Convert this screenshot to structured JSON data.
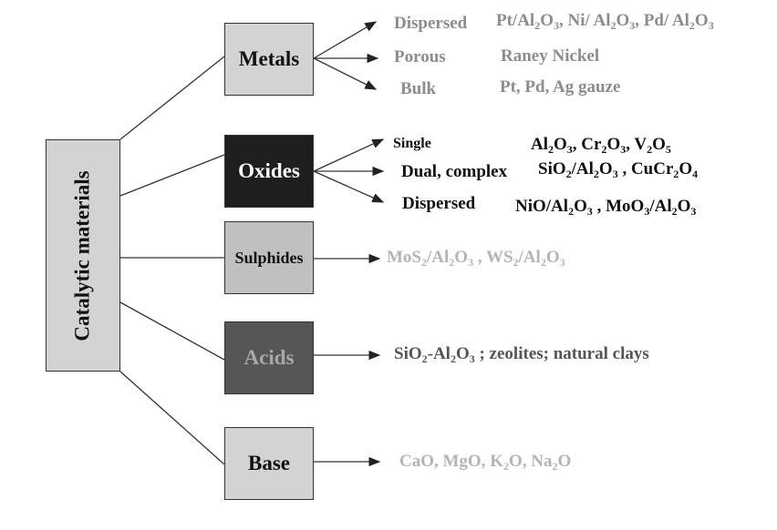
{
  "root": {
    "label": "Catalytic materials",
    "color": "#d3d3d3"
  },
  "categories": [
    {
      "id": "metals",
      "label": "Metals",
      "fill": "#d3d3d3",
      "text_color": "#111111",
      "branches": [
        {
          "label": "Dispersed",
          "examples": [
            "Pt/Al",
            "2",
            "O",
            "3",
            ", Ni/ Al",
            "2",
            "O",
            "3",
            ", Pd/ Al",
            "2",
            "O",
            "3"
          ]
        },
        {
          "label": "Porous",
          "examples": [
            "Raney Nickel"
          ]
        },
        {
          "label": "Bulk",
          "examples": [
            "Pt, Pd, Ag gauze"
          ]
        }
      ]
    },
    {
      "id": "oxides",
      "label": "Oxides",
      "fill": "#1e1e1e",
      "text_color": "#ffffff",
      "branches": [
        {
          "label": "Single",
          "examples": [
            "Al",
            "2",
            "O",
            "3",
            ", Cr",
            "2",
            "O",
            "3",
            ", V",
            "2",
            "O",
            "5"
          ]
        },
        {
          "label": "Dual, complex",
          "examples": [
            "SiO",
            "2",
            "/Al",
            "2",
            "O",
            "3",
            "  , CuCr",
            "2",
            "O",
            "4"
          ]
        },
        {
          "label": "Dispersed",
          "examples": [
            "NiO/Al",
            "2",
            "O",
            "3",
            " , MoO",
            "3",
            "/Al",
            "2",
            "O",
            "3"
          ]
        }
      ]
    },
    {
      "id": "sulphides",
      "label": "Sulphides",
      "fill": "#c0c0c0",
      "text_color": "#111111",
      "branches": [
        {
          "label": "",
          "examples": [
            "MoS",
            "2",
            "/Al",
            "2",
            "O",
            "3",
            " , WS",
            "2",
            "/Al",
            "2",
            "O",
            "3"
          ]
        }
      ]
    },
    {
      "id": "acids",
      "label": "Acids",
      "fill": "#555555",
      "text_color": "#a8a8a8",
      "branches": [
        {
          "label": "",
          "examples": [
            "SiO",
            "2",
            "-Al",
            "2",
            "O",
            "3",
            " ; zeolites; natural clays"
          ]
        }
      ]
    },
    {
      "id": "base",
      "label": "Base",
      "fill": "#d3d3d3",
      "text_color": "#111111",
      "branches": [
        {
          "label": "",
          "examples": [
            "CaO, MgO, K",
            "2",
            "O, Na",
            "2",
            "O"
          ]
        }
      ]
    }
  ]
}
